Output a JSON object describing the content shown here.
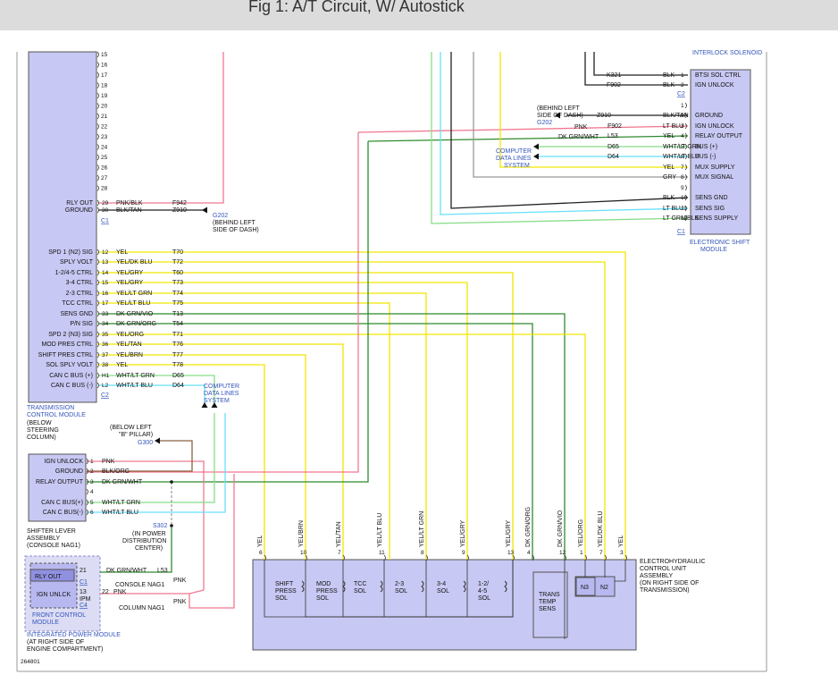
{
  "header": {
    "title": "Fig 1: A/T Circuit, W/ Autostick"
  },
  "figure_id": "264801",
  "colors": {
    "yellow": "#f2e600",
    "pink": "#f07890",
    "dark_green": "#2e8b2e",
    "light_green": "#88dd88",
    "light_blue": "#66e0ff",
    "gray": "#999999",
    "black": "#222222",
    "brown": "#8b6040",
    "module_fill": "#c8c8f4"
  },
  "tcm": {
    "title": [
      "TRANSMISSION",
      "CONTROL MODULE"
    ],
    "note": [
      "(BELOW",
      "STEERING",
      "COLUMN)"
    ],
    "unused_pins": [
      "15",
      "16",
      "17",
      "18",
      "19",
      "20",
      "21",
      "22",
      "23",
      "24",
      "25",
      "26",
      "27",
      "28"
    ],
    "pins": [
      {
        "label": "RLY OUT",
        "pin": "29",
        "wire": "PNK/BLK",
        "circuit": "F942"
      },
      {
        "label": "GROUND",
        "pin": "30",
        "wire": "BLK/TAN",
        "circuit": "Z910"
      },
      {
        "label": "SPD 1 (N2) SIG",
        "pin": "12",
        "wire": "YEL",
        "circuit": "T70"
      },
      {
        "label": "SPLY VOLT",
        "pin": "13",
        "wire": "YEL/DK BLU",
        "circuit": "T72"
      },
      {
        "label": "1-2/4-5 CTRL",
        "pin": "14",
        "wire": "YEL/GRY",
        "circuit": "T60"
      },
      {
        "label": "3-4 CTRL",
        "pin": "15",
        "wire": "YEL/GRY",
        "circuit": "T73"
      },
      {
        "label": "2-3 CTRL",
        "pin": "16",
        "wire": "YEL/LT GRN",
        "circuit": "T74"
      },
      {
        "label": "TCC CTRL",
        "pin": "17",
        "wire": "YEL/LT BLU",
        "circuit": "T75"
      },
      {
        "label": "SENS GND",
        "pin": "33",
        "wire": "DK GRN/VIO",
        "circuit": "T13"
      },
      {
        "label": "P/N SIG",
        "pin": "34",
        "wire": "DK GRN/ORG",
        "circuit": "T54"
      },
      {
        "label": "SPD 2 (N3) SIG",
        "pin": "35",
        "wire": "YEL/ORG",
        "circuit": "T71"
      },
      {
        "label": "MOD PRES CTRL",
        "pin": "36",
        "wire": "YEL/TAN",
        "circuit": "T76"
      },
      {
        "label": "SHIFT PRES CTRL",
        "pin": "37",
        "wire": "YEL/BRN",
        "circuit": "T77"
      },
      {
        "label": "SOL SPLY VOLT",
        "pin": "38",
        "wire": "YEL",
        "circuit": "T78"
      },
      {
        "label": "CAN C BUS (+)",
        "pin": "H1",
        "wire": "WHT/LT GRN",
        "circuit": "D65"
      },
      {
        "label": "CAN C BUS (-)",
        "pin": "L2",
        "wire": "WHT/LT BLU",
        "circuit": "D64"
      }
    ],
    "connectors": {
      "c1": "C1",
      "c2": "C2"
    }
  },
  "g202_left": {
    "id": "G202",
    "note": [
      "(BEHIND LEFT",
      "SIDE OF DASH)"
    ]
  },
  "cdl_left": [
    "COMPUTER",
    "DATA LINES",
    "SYSTEM"
  ],
  "cdl_right": [
    "COMPUTER",
    "DATA LINES",
    "SYSTEM"
  ],
  "g300": {
    "note": [
      "(BELOW LEFT",
      "\"B\" PILLAR)"
    ],
    "id": "G300"
  },
  "esm": {
    "title": [
      "ELECTRONIC SHIFT",
      "MODULE"
    ],
    "top_note": "INTERLOCK SOLENOID",
    "top_pins": [
      {
        "circuit": "K321",
        "wire": "BLK",
        "pin": "1",
        "label": "BTSI SOL CTRL"
      },
      {
        "circuit": "F902",
        "wire": "BLK",
        "pin": "2",
        "label": "IGN UNLOCK"
      }
    ],
    "c2": "C2",
    "pins": [
      {
        "circuit": "",
        "wire": "",
        "pin": "1",
        "label": ""
      },
      {
        "circuit": "Z910",
        "wire": "BLK/TAN",
        "pin": "2",
        "label": "GROUND"
      },
      {
        "circuit": "F902",
        "wire": "LT BLU",
        "pin": "3",
        "label": "IGN UNLOCK"
      },
      {
        "circuit": "L53",
        "wire": "YEL",
        "pin": "4",
        "label": "RELAY OUTPUT"
      },
      {
        "circuit": "D65",
        "wire": "WHT/LT GRN",
        "pin": "5",
        "label": "BUS (+)"
      },
      {
        "circuit": "D64",
        "wire": "WHT/LT BLU",
        "pin": "6",
        "label": "BUS (-)"
      },
      {
        "circuit": "",
        "wire": "YEL",
        "pin": "7",
        "label": "MUX SUPPLY"
      },
      {
        "circuit": "",
        "wire": "GRY",
        "pin": "8",
        "label": "MUX SIGNAL"
      },
      {
        "circuit": "",
        "wire": "",
        "pin": "9",
        "label": ""
      },
      {
        "circuit": "",
        "wire": "BLK",
        "pin": "10",
        "label": "SENS GND"
      },
      {
        "circuit": "",
        "wire": "LT BLU",
        "pin": "11",
        "label": "SENS SIG"
      },
      {
        "circuit": "",
        "wire": "LT GRN/BLK",
        "pin": "12",
        "label": "SENS SUPPLY"
      }
    ],
    "c1": "C1",
    "g202_note": [
      "(BEHIND LEFT",
      "SIDE OF DASH)"
    ],
    "g202": "G202",
    "pnk": "PNK",
    "dk_grn_wht": "DK GRN/WHT"
  },
  "shifter": {
    "pins": [
      {
        "label": "IGN UNLOCK",
        "pin": "1",
        "wire": "PNK"
      },
      {
        "label": "GROUND",
        "pin": "2",
        "wire": "BLK/ORG"
      },
      {
        "label": "RELAY OUTPUT",
        "pin": "3",
        "wire": "DK GRN/WHT"
      },
      {
        "label": "",
        "pin": "4",
        "wire": ""
      },
      {
        "label": "CAN C BUS(+)",
        "pin": "5",
        "wire": "WHT/LT GRN"
      },
      {
        "label": "CAN C BUS(-)",
        "pin": "6",
        "wire": "WHT/LT BLU"
      }
    ],
    "title": [
      "SHIFTER LEVER",
      "ASSEMBLY",
      "(CONSOLE NAG1)"
    ]
  },
  "s302": {
    "id": "S302",
    "note": [
      "(IN POWER",
      "DISTRIBUTION",
      "CENTER)"
    ]
  },
  "ipm": {
    "fcm": [
      "FRONT CONTROL",
      "MODULE"
    ],
    "title": [
      "INTEGRATED POWER MODULE",
      "(AT RIGHT SIDE OF",
      "ENGINE COMPARTMENT)"
    ],
    "rly_out": "RLY OUT",
    "ign_unlck": "IGN UNLCK",
    "ipm": "IPM",
    "c1": "C1",
    "c4": "C4",
    "p21": "21",
    "p13": "13",
    "p22": "22",
    "w21": "DK GRN/WHT",
    "c21": "L53",
    "w22": "PNK",
    "console": "CONSOLE NAG1",
    "column": "COLUMN NAG1",
    "pnk1": "PNK",
    "pnk2": "PNK"
  },
  "ehcu": {
    "title": [
      "ELECTROHYDRAULIC",
      "CONTROL UNIT",
      "ASSEMBLY",
      "(ON RIGHT SIDE OF",
      "TRANSMISSION)"
    ],
    "top_wires": [
      {
        "pin": "6",
        "wire": "YEL"
      },
      {
        "pin": "10",
        "wire": "YEL/BRN"
      },
      {
        "pin": "7",
        "wire": "YEL/TAN"
      },
      {
        "pin": "11",
        "wire": "YEL/LT BLU"
      },
      {
        "pin": "8",
        "wire": "YEL/LT GRN"
      },
      {
        "pin": "9",
        "wire": "YEL/GRY"
      },
      {
        "pin": "13",
        "wire": "YEL/GRY"
      },
      {
        "pin": "4",
        "wire": "DK GRN/ORG"
      },
      {
        "pin": "12",
        "wire": "DK GRN/VIO"
      },
      {
        "pin": "1",
        "wire": "YEL/ORG"
      },
      {
        "pin": "7",
        "wire": "YEL/DK BLU"
      },
      {
        "pin": "3",
        "wire": "YEL"
      }
    ],
    "solenoids": [
      [
        "SHIFT",
        "PRESS",
        "SOL"
      ],
      [
        "MOD",
        "PRESS",
        "SOL"
      ],
      [
        "TCC",
        "SOL"
      ],
      [
        "2-3",
        "SOL"
      ],
      [
        "3-4",
        "SOL"
      ],
      [
        "1-2/",
        "4-5",
        "SOL"
      ]
    ],
    "trans_temp": [
      "TRANS",
      "TEMP",
      "SENS"
    ],
    "n3": "N3",
    "n2": "N2"
  }
}
